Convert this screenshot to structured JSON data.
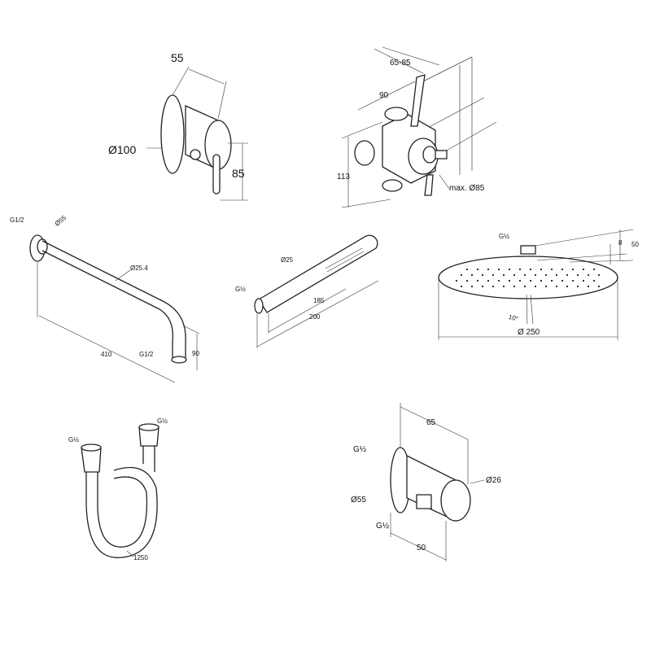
{
  "mixer": {
    "depth": "55",
    "diameter": "Ø100",
    "height": "85"
  },
  "valve_body": {
    "install_depth": "65-85",
    "width": "90",
    "height": "113",
    "max_diameter": "max. Ø85"
  },
  "shower_arm": {
    "thread_wall": "G1/2",
    "rosette": "Ø55",
    "tube": "Ø25.4",
    "length": "410",
    "thread_outlet": "G1/2",
    "drop": "90"
  },
  "hand_shower": {
    "diameter": "Ø25",
    "thread": "G½",
    "body_length": "185",
    "total_length": "200"
  },
  "head_shower": {
    "thread": "G½",
    "plate": "8",
    "height": "50",
    "tilt": "10°",
    "diameter": "Ø 250"
  },
  "hose": {
    "thread_a": "G½",
    "thread_b": "G½",
    "length": "1250"
  },
  "wall_outlet": {
    "depth": "65",
    "thread_wall": "G½",
    "outlet": "Ø26",
    "rosette": "Ø55",
    "thread_hose": "G½",
    "offset": "50"
  }
}
